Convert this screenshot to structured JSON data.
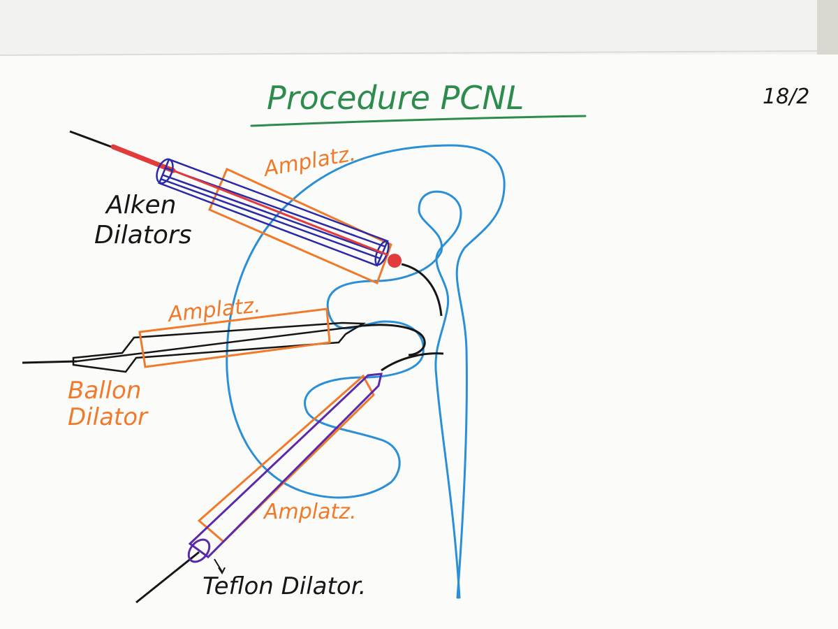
{
  "title": "Procedure PCNL",
  "page_number": "18/2",
  "labels": {
    "amplatz_top": "Amplatz.",
    "amplatz_middle": "Amplatz.",
    "amplatz_bottom": "Amplatz.",
    "alken_line1": "Alken",
    "alken_line2": "Dilators",
    "ballon_line1": "Ballon",
    "ballon_line2": "Dilator",
    "teflon": "Teflon Dilator."
  },
  "colors": {
    "title": "#2e8b4e",
    "kidney_outline": "#2b8fd6",
    "amplatz_sheath": "#f07a2a",
    "alken_dilator": "#2a2aa8",
    "guide_needle": "#e23b3b",
    "teflon_dilator": "#5a2aa8",
    "ink": "#161616",
    "paper": "#fbfbfa"
  }
}
